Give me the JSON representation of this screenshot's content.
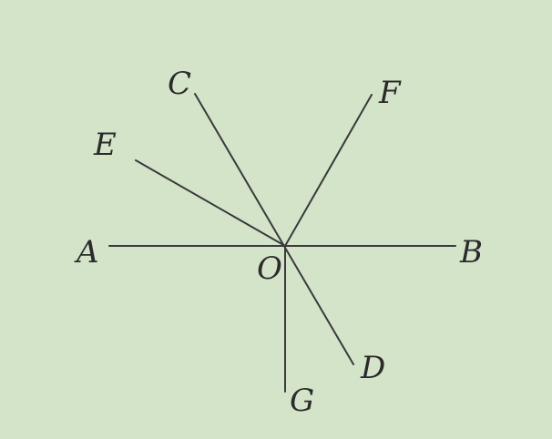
{
  "diagram": {
    "points": {
      "A": "A",
      "B": "B",
      "C": "C",
      "D": "D",
      "E": "E",
      "F": "F",
      "G": "G",
      "O": "O"
    }
  }
}
